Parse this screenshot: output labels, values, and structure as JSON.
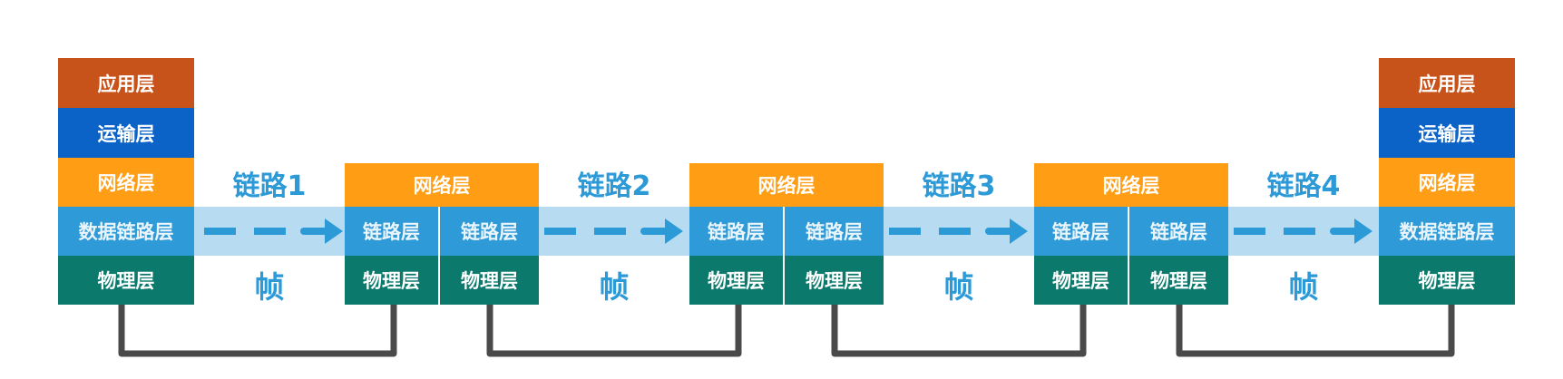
{
  "layers": {
    "application": "应用层",
    "transport": "运输层",
    "network": "网络层",
    "data_link": "数据链路层",
    "link": "链路层",
    "physical": "物理层"
  },
  "links": [
    {
      "label": "链路1",
      "pdu": "帧"
    },
    {
      "label": "链路2",
      "pdu": "帧"
    },
    {
      "label": "链路3",
      "pdu": "帧"
    },
    {
      "label": "链路4",
      "pdu": "帧"
    }
  ],
  "colors": {
    "application": "#c8531a",
    "transport": "#0b63c8",
    "network": "#ff9d14",
    "data_link": "#2e9ad8",
    "physical": "#0b7a6c",
    "band": "#b7dcf2",
    "arrow": "#2d9ad8",
    "cable": "#4a4a4a"
  }
}
